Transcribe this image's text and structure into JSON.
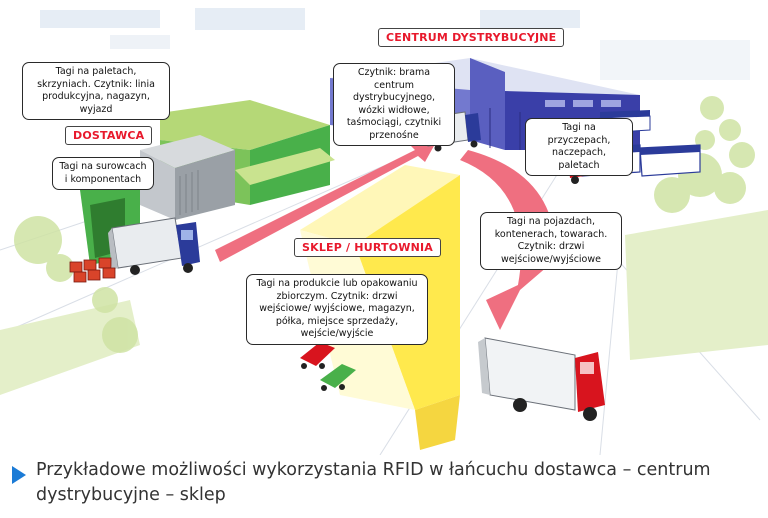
{
  "diagram": {
    "titles": {
      "centrum": "CENTRUM DYSTRYBUCYJNE",
      "dostawca": "DOSTAWCA",
      "sklep": "SKLEP / HURTOWNIA"
    },
    "notes": {
      "palety": "Tagi na paletach, skrzyniach. Czytnik: linia produkcyjna, nagazyn, wyjazd",
      "surowce": "Tagi na surowcach i komponentach",
      "brama": "Czytnik: brama centrum dystrybucyjnego, wózki widłowe, taśmociągi, czytniki przenośne",
      "przyczepy": "Tagi na przyczepach, naczepach, paletach",
      "pojazdy": "Tagi na pojazdach, kontenerach, towarach. Czytnik: drzwi wejściowe/wyjściowe",
      "produkty": "Tagi na produkcie lub opakowaniu zbiorczym. Czytnik: drzwi wejściowe/ wyjściowe, magazyn, półka, miejsce sprzedaży, wejście/wyjście"
    },
    "colors": {
      "title_text": "#e8192c",
      "flow_arrow": "#ef6f80",
      "supplier_building": "#49b04a",
      "distribution_center": "#3a3fa8",
      "shop": "#ffe94d",
      "truck_cab_blue": "#2b3b9a",
      "truck_cab_red": "#d8141e",
      "caption_marker": "#1b7bd6"
    },
    "icons": [
      "truck-icon",
      "car-icon",
      "tree-icon",
      "crate-stack-icon"
    ]
  },
  "caption": {
    "text": "Przykładowe możliwości wykorzystania RFID w łańcuchu dostawca – centrum dystrybucyjne – sklep"
  }
}
